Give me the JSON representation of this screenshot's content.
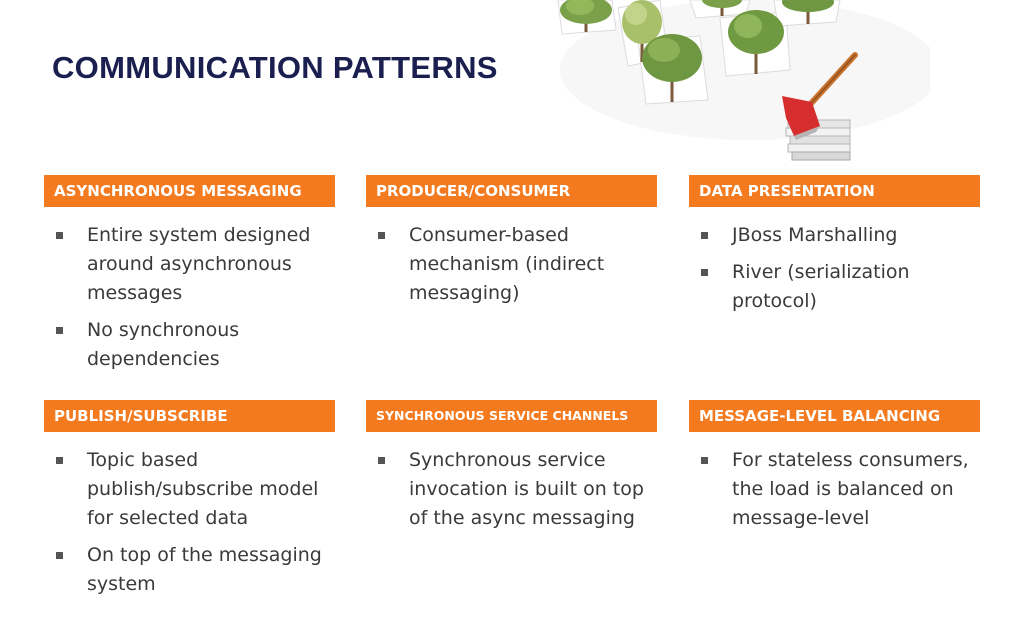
{
  "title": "COMMUNICATION PATTERNS",
  "accent_color": "#f47a1f",
  "cards": [
    {
      "header": "ASYNCHRONOUS MESSAGING",
      "bullets": [
        "Entire system designed around asynchronous messages",
        "No synchronous dependencies"
      ]
    },
    {
      "header": "PRODUCER/CONSUMER",
      "bullets": [
        "Consumer-based mechanism (indirect messaging)"
      ]
    },
    {
      "header": "DATA PRESENTATION",
      "bullets": [
        "JBoss Marshalling",
        "River (serialization protocol)"
      ]
    },
    {
      "header": "PUBLISH/SUBSCRIBE",
      "bullets": [
        "Topic based publish/subscribe model for selected data",
        "On top of the messaging system"
      ]
    },
    {
      "header": "SYNCHRONOUS SERVICE CHANNELS",
      "bullets": [
        "Synchronous service invocation is built on top of the async messaging"
      ]
    },
    {
      "header": "MESSAGE-LEVEL BALANCING",
      "bullets": [
        "For stateless consumers, the load is balanced on message-level"
      ]
    }
  ],
  "decoration": {
    "image": "trees-and-axe-illustration"
  }
}
